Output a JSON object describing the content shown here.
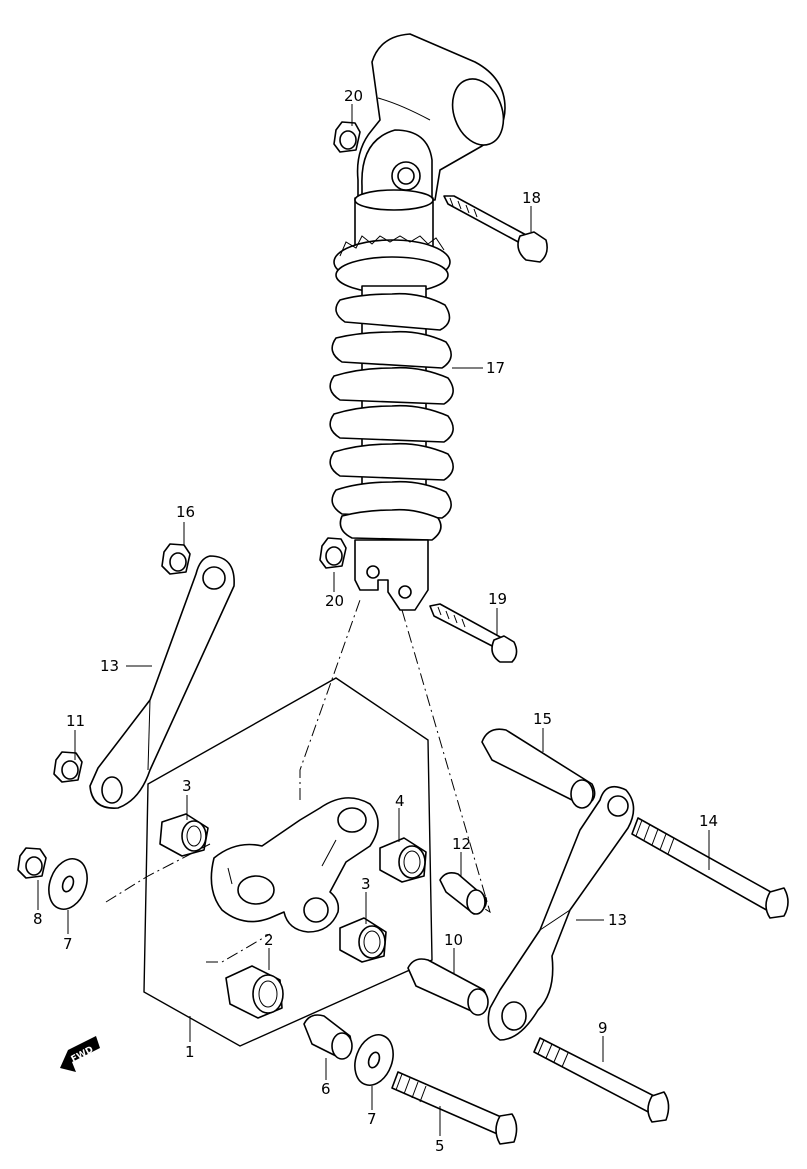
{
  "callouts": [
    {
      "id": "1",
      "text": "1"
    },
    {
      "id": "2",
      "text": "2"
    },
    {
      "id": "3a",
      "text": "3"
    },
    {
      "id": "3b",
      "text": "3"
    },
    {
      "id": "4",
      "text": "4"
    },
    {
      "id": "5",
      "text": "5"
    },
    {
      "id": "6",
      "text": "6"
    },
    {
      "id": "7a",
      "text": "7"
    },
    {
      "id": "7b",
      "text": "7"
    },
    {
      "id": "8",
      "text": "8"
    },
    {
      "id": "9",
      "text": "9"
    },
    {
      "id": "10",
      "text": "10"
    },
    {
      "id": "11",
      "text": "11"
    },
    {
      "id": "12",
      "text": "12"
    },
    {
      "id": "13a",
      "text": "13"
    },
    {
      "id": "13b",
      "text": "13"
    },
    {
      "id": "14",
      "text": "14"
    },
    {
      "id": "15",
      "text": "15"
    },
    {
      "id": "16",
      "text": "16"
    },
    {
      "id": "17",
      "text": "17"
    },
    {
      "id": "18",
      "text": "18"
    },
    {
      "id": "19",
      "text": "19"
    },
    {
      "id": "20a",
      "text": "20"
    },
    {
      "id": "20b",
      "text": "20"
    }
  ],
  "direction_marker": {
    "text": "FWD",
    "icon": "front-arrow-icon"
  }
}
